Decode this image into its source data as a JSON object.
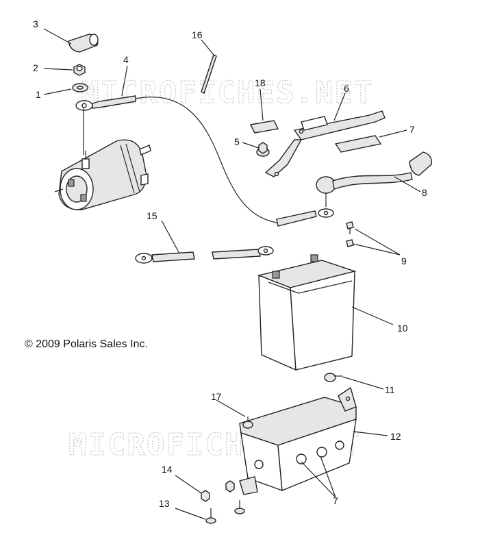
{
  "copyright": "© 2009 Polaris Sales Inc.",
  "watermark": "MICROFICHES.NET",
  "callouts": {
    "c1": "1",
    "c2": "2",
    "c3": "3",
    "c4": "4",
    "c5": "5",
    "c6": "6",
    "c7a": "7",
    "c7b": "7",
    "c8": "8",
    "c9": "9",
    "c10": "10",
    "c11": "11",
    "c12": "12",
    "c13": "13",
    "c14": "14",
    "c15": "15",
    "c16": "16",
    "c17": "17",
    "c18": "18"
  }
}
